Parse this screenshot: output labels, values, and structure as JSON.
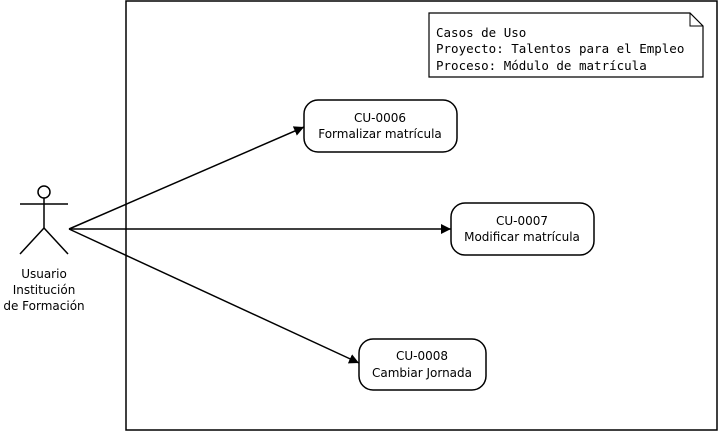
{
  "actor": {
    "label_lines": [
      "Usuario",
      "Institución",
      "de Formación"
    ]
  },
  "note": {
    "lines": [
      "Casos de Uso",
      "Proyecto: Talentos para el Empleo",
      "Proceso: Módulo de matrícula"
    ]
  },
  "use_cases": [
    {
      "id": "CU-0006",
      "name": "Formalizar matrícula"
    },
    {
      "id": "CU-0007",
      "name": "Modificar matrícula"
    },
    {
      "id": "CU-0008",
      "name": "Cambiar Jornada"
    }
  ]
}
